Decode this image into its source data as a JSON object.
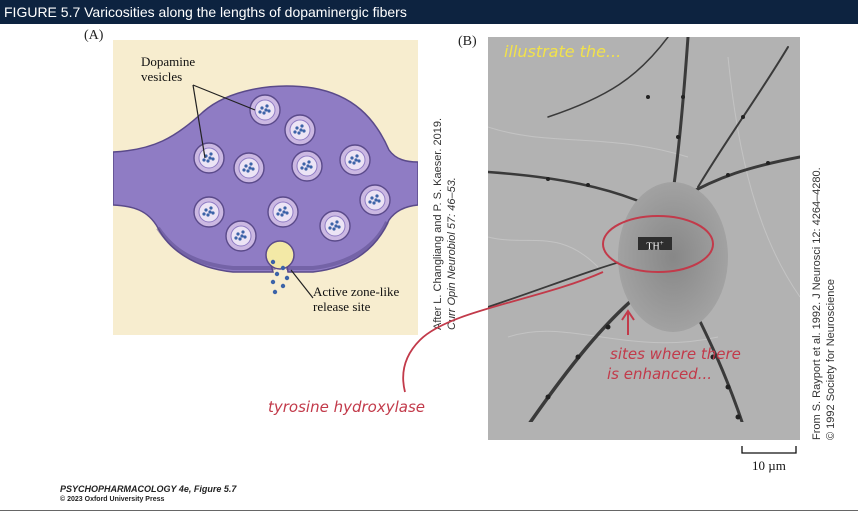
{
  "figure": {
    "title": "FIGURE 5.7  Varicosities along the lengths of dopaminergic fibers"
  },
  "panel_a": {
    "label": "(A)",
    "vesicles_label_line1": "Dopamine",
    "vesicles_label_line2": "vesicles",
    "release_label_line1": "Active zone-like",
    "release_label_line2": "release site",
    "citation_line1": "After L. Changliang and P. S. Kaeser. 2019.",
    "citation_line2": "Curr Opin Neurobiol 57: 46–53.",
    "colors": {
      "background": "#f7edcf",
      "varicosity": "#8f7cc4",
      "vesicle": "#cbb8e2"
    }
  },
  "panel_b": {
    "label": "(B)",
    "th_label": "TH",
    "th_superscript": "+",
    "scale_bar_label": "10 µm",
    "citation_line1": "From S. Rayport et al. 1992. J Neurosci 12: 4264–4280.",
    "citation_line2": "© 1992 Society for Neuroscience"
  },
  "annotations": {
    "top_note": "illustrate the...",
    "bottom_note_line1": "sites where there",
    "bottom_note_line2": "is enhanced...",
    "left_note": "tyrosine hydroxylase",
    "ink_color": "#c23a4a",
    "highlighter_color": "#f2e24a"
  },
  "footer": {
    "book_line": "PSYCHOPHARMACOLOGY 4e, Figure 5.7",
    "copyright_line": "© 2023 Oxford University Press"
  }
}
